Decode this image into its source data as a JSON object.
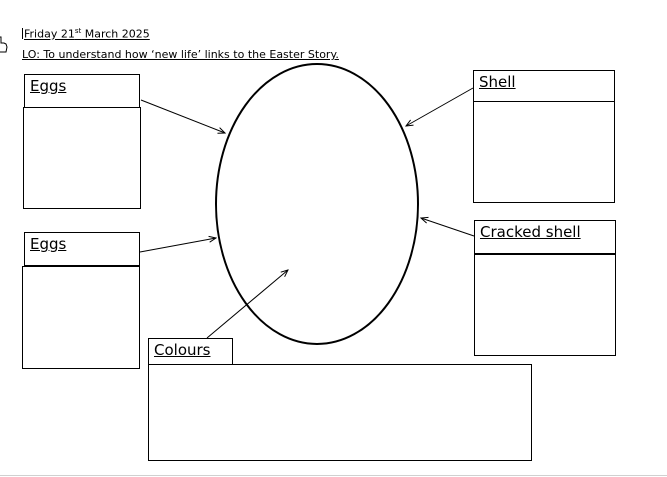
{
  "header": {
    "date_day": "Friday 21",
    "date_suffix": "st",
    "date_rest": " March 2025",
    "objective": "LO: To understand how ‘new life’ links to the Easter Story."
  },
  "labels": {
    "eggs_top": "Eggs",
    "eggs_bottom": "Eggs",
    "shell": "Shell",
    "cracked_shell": "Cracked shell",
    "colours": "Colours"
  },
  "icons": {
    "cursor": "hand-cursor-icon"
  }
}
